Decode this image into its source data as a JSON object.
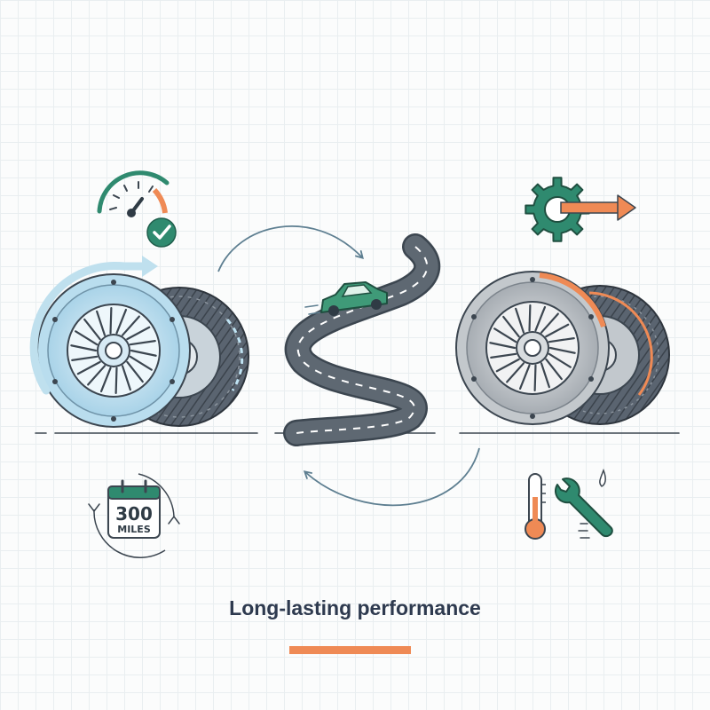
{
  "caption": "Long-lasting performance",
  "mileage_badge": {
    "number": "300",
    "unit": "MILES"
  },
  "colors": {
    "accent": "#ef8a55",
    "green": "#2f8a6f",
    "new_clutch_blue": "#a9d3e8",
    "worn_clutch_gray": "#a7adb3",
    "text": "#2e3a4f"
  },
  "icons": [
    "speedometer-icon",
    "checkmark-icon",
    "gear-icon",
    "arrow-right-icon",
    "calendar-icon",
    "thermometer-icon",
    "wrench-icon",
    "car-icon"
  ]
}
